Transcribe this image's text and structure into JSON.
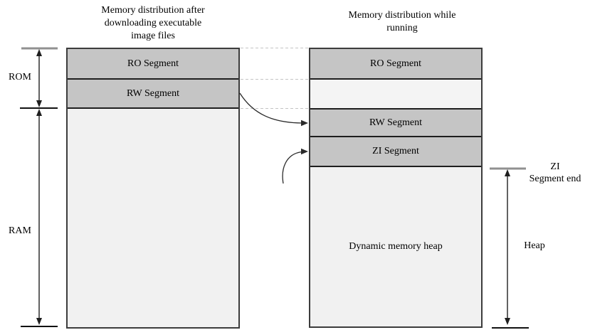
{
  "diagram_type": "memory-layout-diagram",
  "colors": {
    "segment_fill": "#c5c5c5",
    "empty_fill": "#f1f1f1",
    "gap_fill": "#f4f4f4",
    "column_border": "#3c3c3c",
    "segment_divider": "#1e1e1e",
    "dashed_connector": "#c4c4c4",
    "arrow_stroke": "#1f1f1f",
    "tick_gray": "#909090",
    "tick_black": "#111111"
  },
  "columns": {
    "left": {
      "title": "Memory distribution after\ndownloading executable\nimage files",
      "segments": [
        {
          "label": "RO Segment"
        },
        {
          "label": "RW Segment"
        },
        {
          "label": ""
        }
      ]
    },
    "right": {
      "title": "Memory distribution while\nrunning",
      "segments": [
        {
          "label": "RO Segment"
        },
        {
          "label": ""
        },
        {
          "label": "RW Segment"
        },
        {
          "label": "ZI Segment"
        },
        {
          "label": "Dynamic memory heap"
        }
      ]
    }
  },
  "annotations": {
    "rom_label": "ROM",
    "ram_label": "RAM",
    "zi_end_label": "ZI\nSegment end",
    "heap_label": "Heap"
  }
}
